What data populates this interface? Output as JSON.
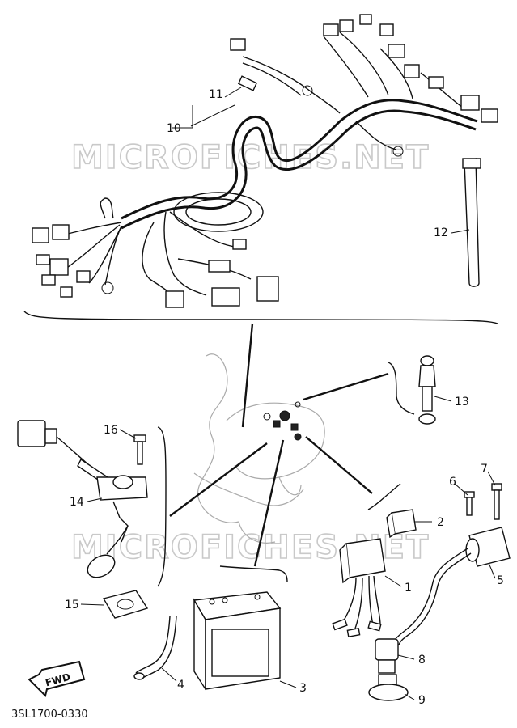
{
  "diagram": {
    "watermark": "MICROFICHES.NET",
    "part_code": "3SL1700-0330",
    "fwd_label": "FWD",
    "callouts": {
      "c1": "1",
      "c2": "2",
      "c3": "3",
      "c4": "4",
      "c5": "5",
      "c6": "6",
      "c7": "7",
      "c8": "8",
      "c9": "9",
      "c10": "10",
      "c11": "11",
      "c12": "12",
      "c13": "13",
      "c14": "14",
      "c15": "15",
      "c16": "16"
    }
  }
}
